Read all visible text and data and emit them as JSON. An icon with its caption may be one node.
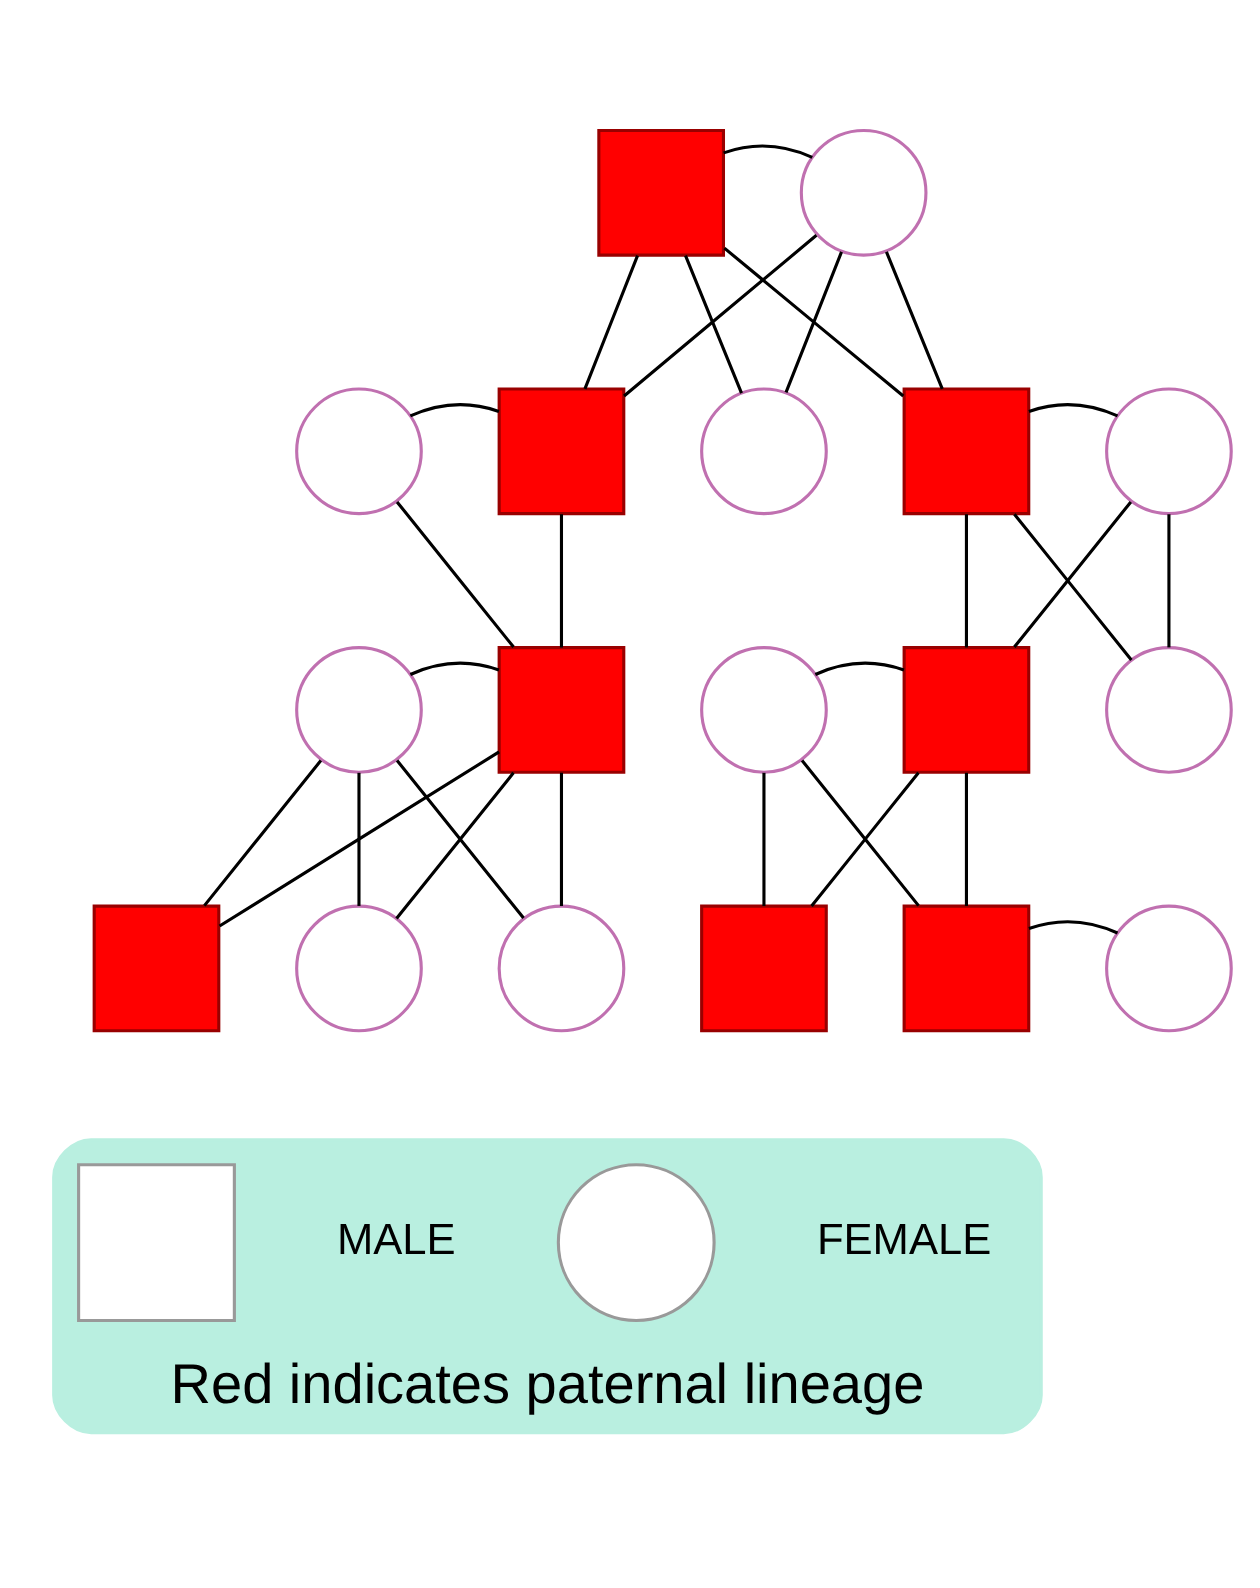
{
  "diagram": {
    "nodes": [
      {
        "text": [],
        "shape": "box"
      },
      {
        "text": [],
        "shape": "circle"
      },
      {
        "text": [],
        "shape": "circle"
      },
      {
        "text": [],
        "shape": "box"
      },
      {
        "text": [],
        "shape": "circle"
      },
      {
        "text": [],
        "shape": "box"
      },
      {
        "text": [],
        "shape": "circle"
      },
      {
        "text": [],
        "shape": "circle"
      },
      {
        "text": [],
        "shape": "box"
      },
      {
        "text": [],
        "shape": "circle"
      },
      {
        "text": [],
        "shape": "box"
      },
      {
        "text": [],
        "shape": "circle"
      },
      {
        "text": [],
        "shape": "box"
      },
      {
        "text": [],
        "shape": "circle"
      },
      {
        "text": [],
        "shape": "circle"
      },
      {
        "text": [],
        "shape": "box"
      },
      {
        "text": [],
        "shape": "box"
      },
      {
        "text": [],
        "shape": "circle"
      },
      {
        "text": [
          "Red indicates paternal lineage"
        ]
      },
      {
        "text": [],
        "shape": "box",
        "in": 18
      },
      {
        "text": [],
        "shape": "circle",
        "in": 18
      }
    ],
    "edges": [
      {
        "from": 0,
        "to": 1,
        "arrow": "none"
      },
      {
        "from": 0,
        "to": 3,
        "arrow": "none"
      },
      {
        "from": 1,
        "to": 3,
        "arrow": "none"
      },
      {
        "from": 0,
        "to": 4,
        "arrow": "none"
      },
      {
        "from": 1,
        "to": 4,
        "arrow": "none"
      },
      {
        "from": 0,
        "to": 5,
        "arrow": "none"
      },
      {
        "from": 1,
        "to": 5,
        "arrow": "none"
      },
      {
        "from": 2,
        "to": 3,
        "arrow": "none"
      },
      {
        "from": 5,
        "to": 6,
        "arrow": "none"
      },
      {
        "from": 2,
        "to": 8,
        "arrow": "none"
      },
      {
        "from": 3,
        "to": 8,
        "arrow": "none"
      },
      {
        "from": 5,
        "to": 10,
        "arrow": "none"
      },
      {
        "from": 6,
        "to": 10,
        "arrow": "none"
      },
      {
        "from": 5,
        "to": 11,
        "arrow": "none"
      },
      {
        "from": 6,
        "to": 11,
        "arrow": "none"
      },
      {
        "from": 7,
        "to": 8,
        "arrow": "none"
      },
      {
        "from": 9,
        "to": 10,
        "arrow": "none"
      },
      {
        "from": 7,
        "to": 12,
        "arrow": "none"
      },
      {
        "from": 8,
        "to": 12,
        "arrow": "none"
      },
      {
        "from": 7,
        "to": 13,
        "arrow": "none"
      },
      {
        "from": 8,
        "to": 13,
        "arrow": "none"
      },
      {
        "from": 7,
        "to": 14,
        "arrow": "none"
      },
      {
        "from": 8,
        "to": 14,
        "arrow": "none"
      },
      {
        "from": 9,
        "to": 15,
        "arrow": "none"
      },
      {
        "from": 10,
        "to": 15,
        "arrow": "none"
      },
      {
        "from": 9,
        "to": 16,
        "arrow": "none"
      },
      {
        "from": 10,
        "to": 16,
        "arrow": "none"
      },
      {
        "from": 16,
        "to": 17,
        "arrow": "none"
      }
    ],
    "legend": [
      {
        "text": "MALE"
      },
      {
        "text": "FEMALE"
      }
    ]
  }
}
